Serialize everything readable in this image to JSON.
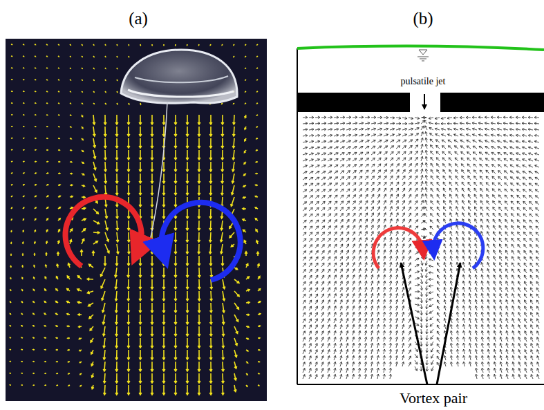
{
  "diagram": {
    "labels": [
      "(a)",
      "(b)",
      "pulsatile jet",
      "Vortex pair"
    ]
  }
}
